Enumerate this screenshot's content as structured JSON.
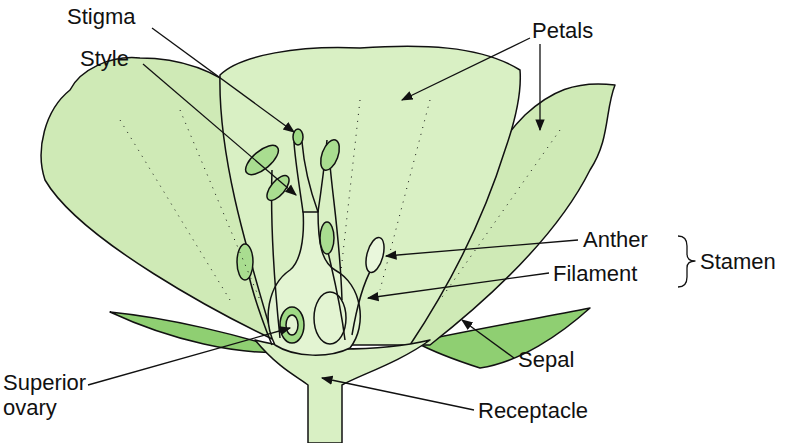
{
  "diagram": {
    "labels": [
      "Stigma",
      "Style",
      "Petals",
      "Anther",
      "Filament",
      "Stamen",
      "Sepal",
      "Superior ovary",
      "Receptacle"
    ]
  }
}
